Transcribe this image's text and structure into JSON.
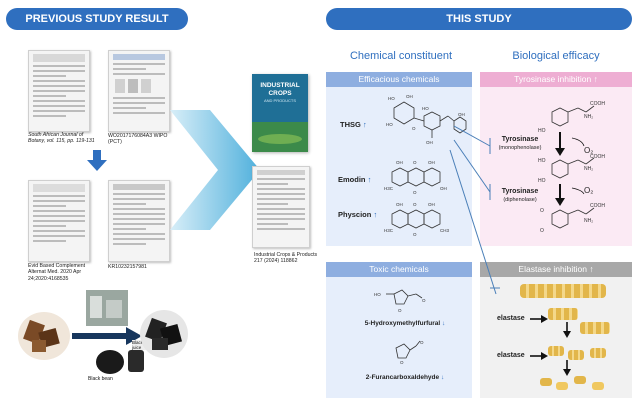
{
  "left": {
    "header": "PREVIOUS STUDY RESULT",
    "doc1_caption": "South African Journal of Botany, vol. 115, pp. 119-131",
    "doc2_caption": "WO2017176084A3 WIPO (PCT)",
    "doc3_caption": "Evid Based Complement Alternat Med. 2020 Apr 24;2020:4168535",
    "doc4_caption": "KR10232157981",
    "black_bean_label": "Black bean",
    "juice_label": "Black bean juice"
  },
  "middle": {
    "journal_title": "INDUSTRIAL CROPS",
    "journal_sub": "AND PRODUCTS",
    "article_caption": "Industrial Crops & Products 217 (2024) 118862"
  },
  "right": {
    "header": "THIS STUDY",
    "col1_title": "Chemical constituent",
    "col2_title": "Biological efficacy",
    "efficacious": {
      "title": "Efficacious chemicals",
      "items": [
        "THSG",
        "Emodin",
        "Physcion"
      ],
      "arrow": "↑"
    },
    "toxic": {
      "title": "Toxic chemicals",
      "items": [
        "5-Hydroxymethylfurfural",
        "2-Furancarboxaldehyde"
      ],
      "arrow": "↓"
    },
    "tyrosinase": {
      "title": "Tyrosinase inhibition",
      "arrow": "↑",
      "enzyme1": "Tyrosinase",
      "enzyme1_sub": "(monophenolase)",
      "enzyme2": "Tyrosinase",
      "enzyme2_sub": "(diphenolase)",
      "o2": "O₂",
      "cooh": "COOH",
      "nh2": "NH₂",
      "ho": "HO",
      "o": "O"
    },
    "elastase": {
      "title": "Elastase inhibition",
      "arrow": "↑",
      "label1": "elastase",
      "label2": "elastase"
    }
  },
  "colors": {
    "header_blue": "#2f6fbf",
    "efficacious_bg": "#e6eefb",
    "efficacious_head": "#8eaee0",
    "tyrosinase_bg": "#fbeaf4",
    "tyrosinase_head": "#eeaed3",
    "toxic_bg": "#e6eefb",
    "toxic_head": "#8eaee0",
    "elastase_bg": "#f1f1f1",
    "elastase_head": "#a8a8a8"
  }
}
